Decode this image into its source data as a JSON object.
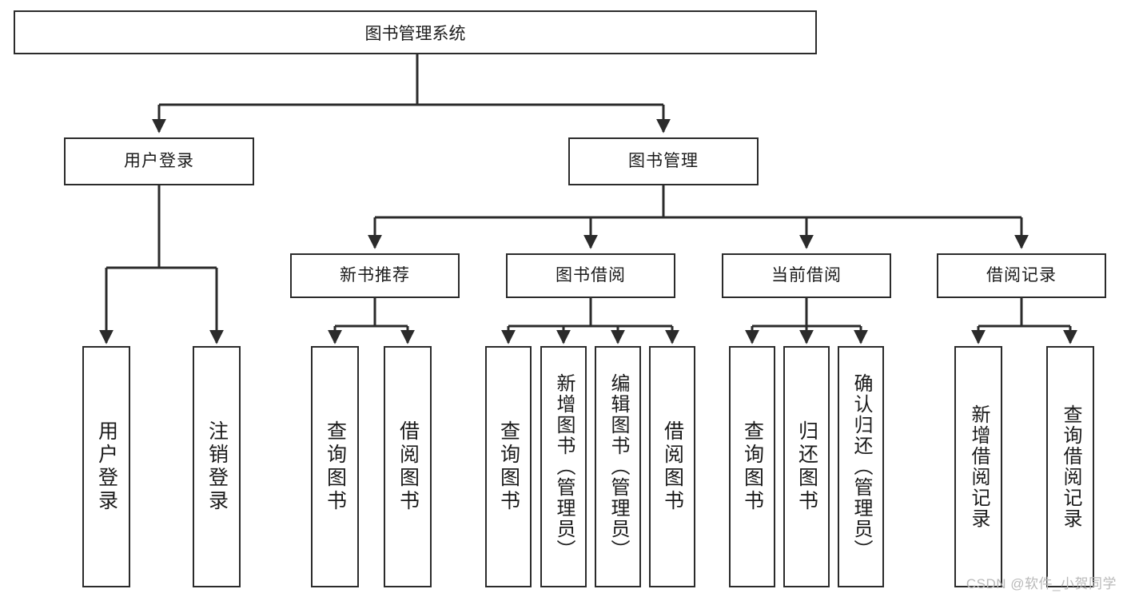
{
  "diagram": {
    "type": "tree-hierarchy",
    "title": "图书管理系统",
    "watermark": "CSDN @软件_小贺同学",
    "colors": {
      "box_border": "#2b2b2b",
      "box_fill": "#ffffff",
      "connector": "#2b2b2b",
      "text": "#1b1b1b",
      "watermark": "#b9b9b9",
      "background": "#ffffff"
    },
    "root": {
      "label": "图书管理系统"
    },
    "level2": [
      {
        "label": "用户登录"
      },
      {
        "label": "图书管理"
      }
    ],
    "level3": [
      {
        "label": "新书推荐"
      },
      {
        "label": "图书借阅"
      },
      {
        "label": "当前借阅"
      },
      {
        "label": "借阅记录"
      }
    ],
    "groups": {
      "user_login": {
        "parent": "用户登录",
        "leaves": [
          {
            "label": "用户登录"
          },
          {
            "label": "注销登录"
          }
        ]
      },
      "new_book_recommend": {
        "parent": "新书推荐",
        "leaves": [
          {
            "label": "查询图书"
          },
          {
            "label": "借阅图书"
          }
        ]
      },
      "book_borrow": {
        "parent": "图书借阅",
        "leaves": [
          {
            "label": "查询图书"
          },
          {
            "label": "新增图书（管理员）"
          },
          {
            "label": "编辑图书（管理员）"
          },
          {
            "label": "借阅图书"
          }
        ]
      },
      "current_borrow": {
        "parent": "当前借阅",
        "leaves": [
          {
            "label": "查询图书"
          },
          {
            "label": "归还图书"
          },
          {
            "label": "确认归还（管理员）"
          }
        ]
      },
      "borrow_records": {
        "parent": "借阅记录",
        "leaves": [
          {
            "label": "新增借阅记录"
          },
          {
            "label": "查询借阅记录"
          }
        ]
      }
    }
  }
}
